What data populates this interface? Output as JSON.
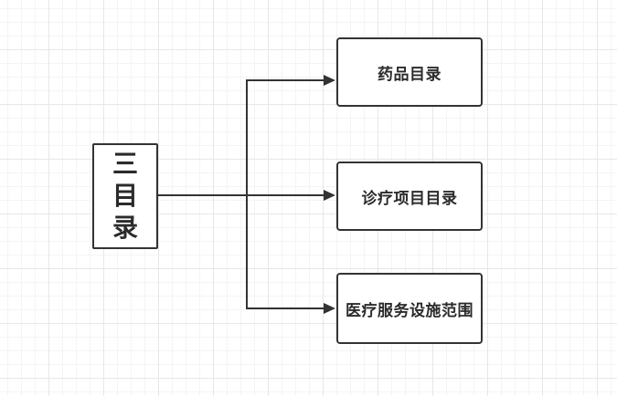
{
  "diagram": {
    "title": "三目录",
    "root": {
      "label": "三目录",
      "chars": [
        "三",
        "目",
        "录"
      ]
    },
    "children": [
      {
        "label": "药品目录"
      },
      {
        "label": "诊疗项目目录"
      },
      {
        "label": "医疗服务设施范围"
      }
    ],
    "connectors": [
      {
        "from": "三目录",
        "to": "药品目录"
      },
      {
        "from": "三目录",
        "to": "诊疗项目目录"
      },
      {
        "from": "三目录",
        "to": "医疗服务设施范围"
      }
    ]
  },
  "colors": {
    "stroke": "#333333",
    "text": "#2b2b2b",
    "node_fill": "#ffffff",
    "grid_minor": "#f4f4f6",
    "grid_major": "#e7e7ea",
    "background": "#ffffff"
  }
}
